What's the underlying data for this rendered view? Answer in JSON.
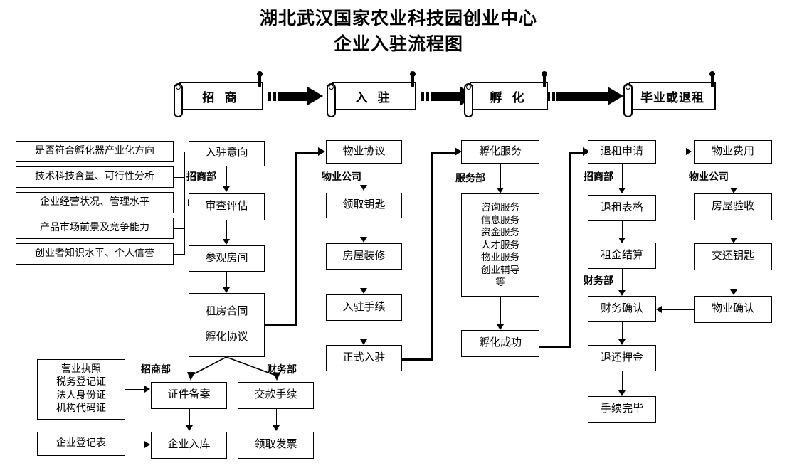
{
  "title": {
    "line1": "湖北武汉国家农业科技园创业中心",
    "line2": "企业入驻流程图"
  },
  "banners": [
    {
      "label": "招  商"
    },
    {
      "label": "入  驻"
    },
    {
      "label": "孵  化"
    },
    {
      "label": "毕业或退租"
    }
  ],
  "criteria": [
    {
      "label": "是否符合孵化器产业化方向"
    },
    {
      "label": "技术科技含量、可行性分析"
    },
    {
      "label": "企业经营状况、管理水平"
    },
    {
      "label": "产品市场前景及竞争能力"
    },
    {
      "label": "创业者知识水平、个人信誉"
    }
  ],
  "column_recruit": {
    "dept": "招商部",
    "nodes": [
      {
        "label": "入驻意向"
      },
      {
        "label": "审查评估"
      },
      {
        "label": "参观房间"
      }
    ],
    "contract": {
      "line1": "租房合同",
      "line2": "孵化协议"
    }
  },
  "column_property": {
    "dept": "物业公司",
    "nodes": [
      {
        "label": "物业协议"
      },
      {
        "label": "领取钥匙"
      },
      {
        "label": "房屋装修"
      },
      {
        "label": "入驻手续"
      },
      {
        "label": "正式入驻"
      }
    ]
  },
  "column_incubation": {
    "dept": "服务部",
    "head": {
      "label": "孵化服务"
    },
    "services": [
      "咨询服务",
      "信息服务",
      "资金服务",
      "人才服务",
      "物业服务",
      "创业辅导",
      "等"
    ],
    "tail": {
      "label": "孵化成功"
    }
  },
  "column_exit": {
    "dept_top": "招商部",
    "dept_mid": "财务部",
    "nodes": [
      {
        "label": "退租申请"
      },
      {
        "label": "退租表格"
      },
      {
        "label": "租金结算"
      },
      {
        "label": "财务确认"
      },
      {
        "label": "退还押金"
      },
      {
        "label": "手续完毕"
      }
    ]
  },
  "column_handback": {
    "dept": "物业公司",
    "nodes": [
      {
        "label": "物业费用"
      },
      {
        "label": "房屋验收"
      },
      {
        "label": "交还钥匙"
      },
      {
        "label": "物业确认"
      }
    ]
  },
  "bottom": {
    "documents": [
      "营业执照",
      "税务登记证",
      "法人身份证",
      "机构代码证"
    ],
    "registration_form": "企业登记表",
    "dept_left": "招商部",
    "dept_right": "财务部",
    "left_branch": [
      {
        "label": "证件备案"
      },
      {
        "label": "企业入库"
      }
    ],
    "right_branch": [
      {
        "label": "交款手续"
      },
      {
        "label": "领取发票"
      }
    ]
  },
  "colors": {
    "ink": "#000000",
    "paper": "#ffffff"
  }
}
